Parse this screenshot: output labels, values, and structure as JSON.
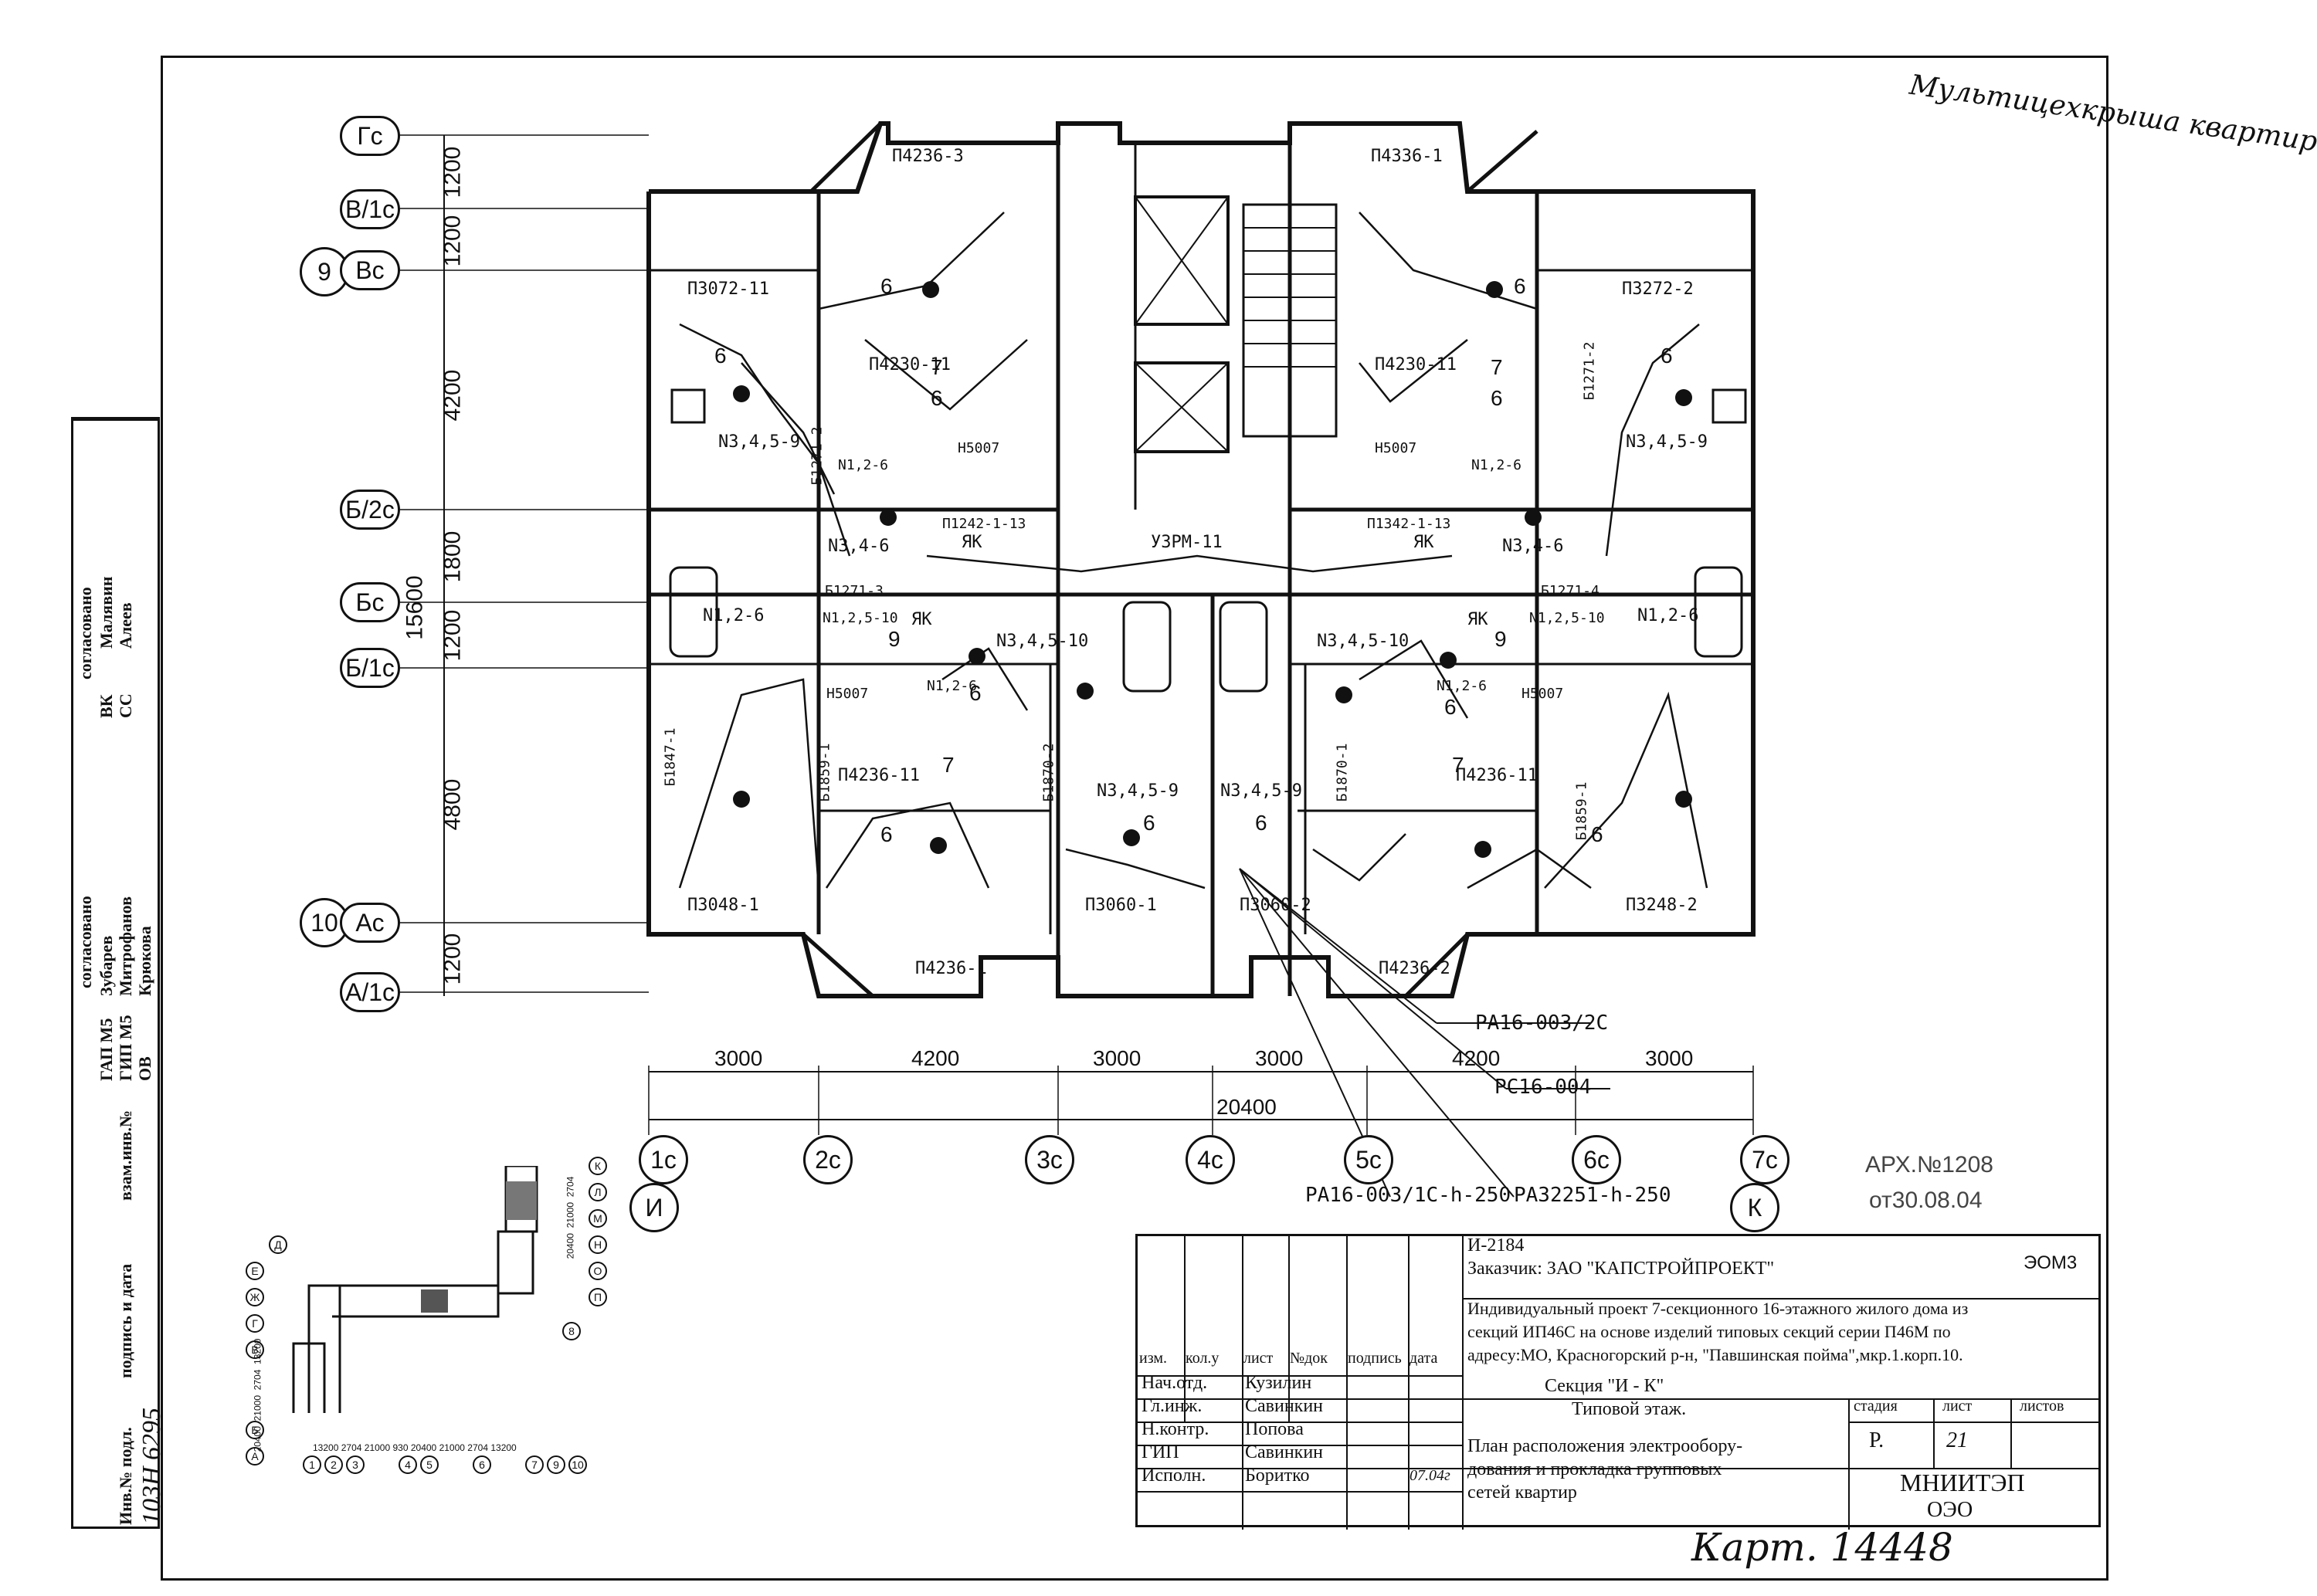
{
  "handwritten_note": "Мультицехкрыша квартира",
  "stamp": {
    "line1": "АРХ.№1208",
    "line2": "от30.08.04"
  },
  "archive_note": "Карт. 14448",
  "axes_left": [
    "Гс",
    "В/1с",
    "Вс",
    "Б/2с",
    "Бс",
    "Б/1с",
    "Ас",
    "А/1с"
  ],
  "axes_left_extra": {
    "nine": "9",
    "ten": "10"
  },
  "vertical_dims": [
    "1200",
    "1200",
    "4200",
    "1800",
    "1200",
    "4800",
    "1200"
  ],
  "vertical_total": "15600",
  "axes_bottom": [
    "1с",
    "2с",
    "3с",
    "4с",
    "5с",
    "6с",
    "7с"
  ],
  "axes_bottom_extra": {
    "left": "И",
    "right": "К"
  },
  "horizontal_dims": [
    "3000",
    "4200",
    "3000",
    "3000",
    "4200",
    "3000"
  ],
  "horizontal_total": "20400",
  "leaders": {
    "ra16_2c": "PA16-003/2C",
    "rs16": "PC16-004",
    "ra16_1c": "PA16-003/1C-h-250",
    "ra3225": "PA32251-h-250"
  },
  "panel_labels": [
    "П4236-3",
    "П4336-1",
    "П3072-11",
    "П3272-2",
    "П4230-11",
    "П4230-11",
    "Н5007",
    "Н5007",
    "П1242-1-13",
    "П1342-1-13",
    "УЗРМ-11",
    "Б1271-3",
    "Б1271-4",
    "Н5007",
    "Н5007",
    "П4236-11",
    "П4236-11",
    "П3048-1",
    "П3060-1",
    "П3060-2",
    "П3248-2",
    "П4236-1",
    "П4236-2",
    "Б1271-2",
    "Б1271-2",
    "Б1847-1",
    "Б1859-1",
    "Б1870-2",
    "Б1870-1",
    "Б1859-1"
  ],
  "node_labels": [
    "N3,4,5-9",
    "N3,4,5-9",
    "N1,2-6",
    "N1,2-6",
    "N3,4-6",
    "N3,4-6",
    "N1,2-6",
    "N1,2-6",
    "N1,2,5-10",
    "N1,2,5-10",
    "N3,4,5-10",
    "N3,4,5-10",
    "N1,2-6",
    "N1,2-6",
    "N3,4,5-9",
    "N3,4,5-9",
    "ЯК",
    "ЯК",
    "ЯК",
    "ЯК"
  ],
  "group_numbers": [
    "6",
    "6",
    "7",
    "6",
    "6",
    "6",
    "7",
    "6",
    "9",
    "9",
    "6",
    "6",
    "7",
    "7",
    "6",
    "6",
    "6",
    "6"
  ],
  "location_plan": {
    "bottom_dims": [
      "13200",
      "2704",
      "21000",
      "930",
      "20400",
      "21000",
      "2704",
      "13200"
    ],
    "left_dims": [
      "20400",
      "21000",
      "2704",
      "13200"
    ],
    "right_dims": [
      "20400",
      "21000",
      "2704"
    ],
    "bottom_axes": [
      "1",
      "2",
      "3",
      "4",
      "5",
      "6",
      "7",
      "9",
      "10"
    ],
    "left_axes": [
      "Д",
      "Е",
      "Ж",
      "Г",
      "В",
      "Б",
      "А"
    ],
    "right_axes": [
      "К",
      "Л",
      "М",
      "Н",
      "О",
      "П"
    ],
    "marker": "8"
  },
  "approval_strip": {
    "group1_title": "согласовано",
    "group1_rows": [
      [
        "ВК",
        "Малявин"
      ],
      [
        "СС",
        "Алеев"
      ]
    ],
    "group2_title": "согласовано",
    "group2_rows": [
      [
        "ГАП М5",
        "Зубарев"
      ],
      [
        "ГИП М5",
        "Митрофанов"
      ],
      [
        "ОВ",
        "Крюкова"
      ]
    ],
    "bottom_cols": [
      "Инв.№ подл.",
      "подпись и дата",
      "взам.инв.№"
    ],
    "inv_number": "103Н 6295"
  },
  "title_block": {
    "project_code": "И-2184",
    "customer": "Заказчик: ЗАО \"КАПСТРОЙПРОЕКТ\"",
    "sheet_code": "ЭОМ3",
    "description": [
      "Индивидуальный проект 7-секционного  16-этажного жилого дома из",
      "секций ИП46С на основе изделий типовых секций серии П46М по",
      "адресу:МО, Красногорский р-н, \"Павшинская пойма\",мкр.1.корп.10."
    ],
    "rev_headers": [
      "изм.",
      "кол.у",
      "лист",
      "№док",
      "подпись",
      "дата"
    ],
    "staff": [
      {
        "role": "Нач.отд.",
        "name": "Кузилин"
      },
      {
        "role": "Гл.инж.",
        "name": "Савинкин"
      },
      {
        "role": "Н.контр.",
        "name": "Попова"
      },
      {
        "role": "ГИП",
        "name": "Савинкин"
      },
      {
        "role": "Исполн.",
        "name": "Боритко"
      }
    ],
    "date_value": "07.04г",
    "section_title": "Секция \"И - К\"",
    "floor_title": "Типовой этаж.",
    "drawing_title": [
      "План расположения электрообору-",
      "дования и прокладка групповых",
      "сетей квартир"
    ],
    "stage_header": "стадия",
    "sheet_header": "лист",
    "sheets_header": "листов",
    "stage_value": "Р.",
    "sheet_value": "21",
    "org_line1": "МНИИТЭП",
    "org_line2": "ОЭО"
  }
}
